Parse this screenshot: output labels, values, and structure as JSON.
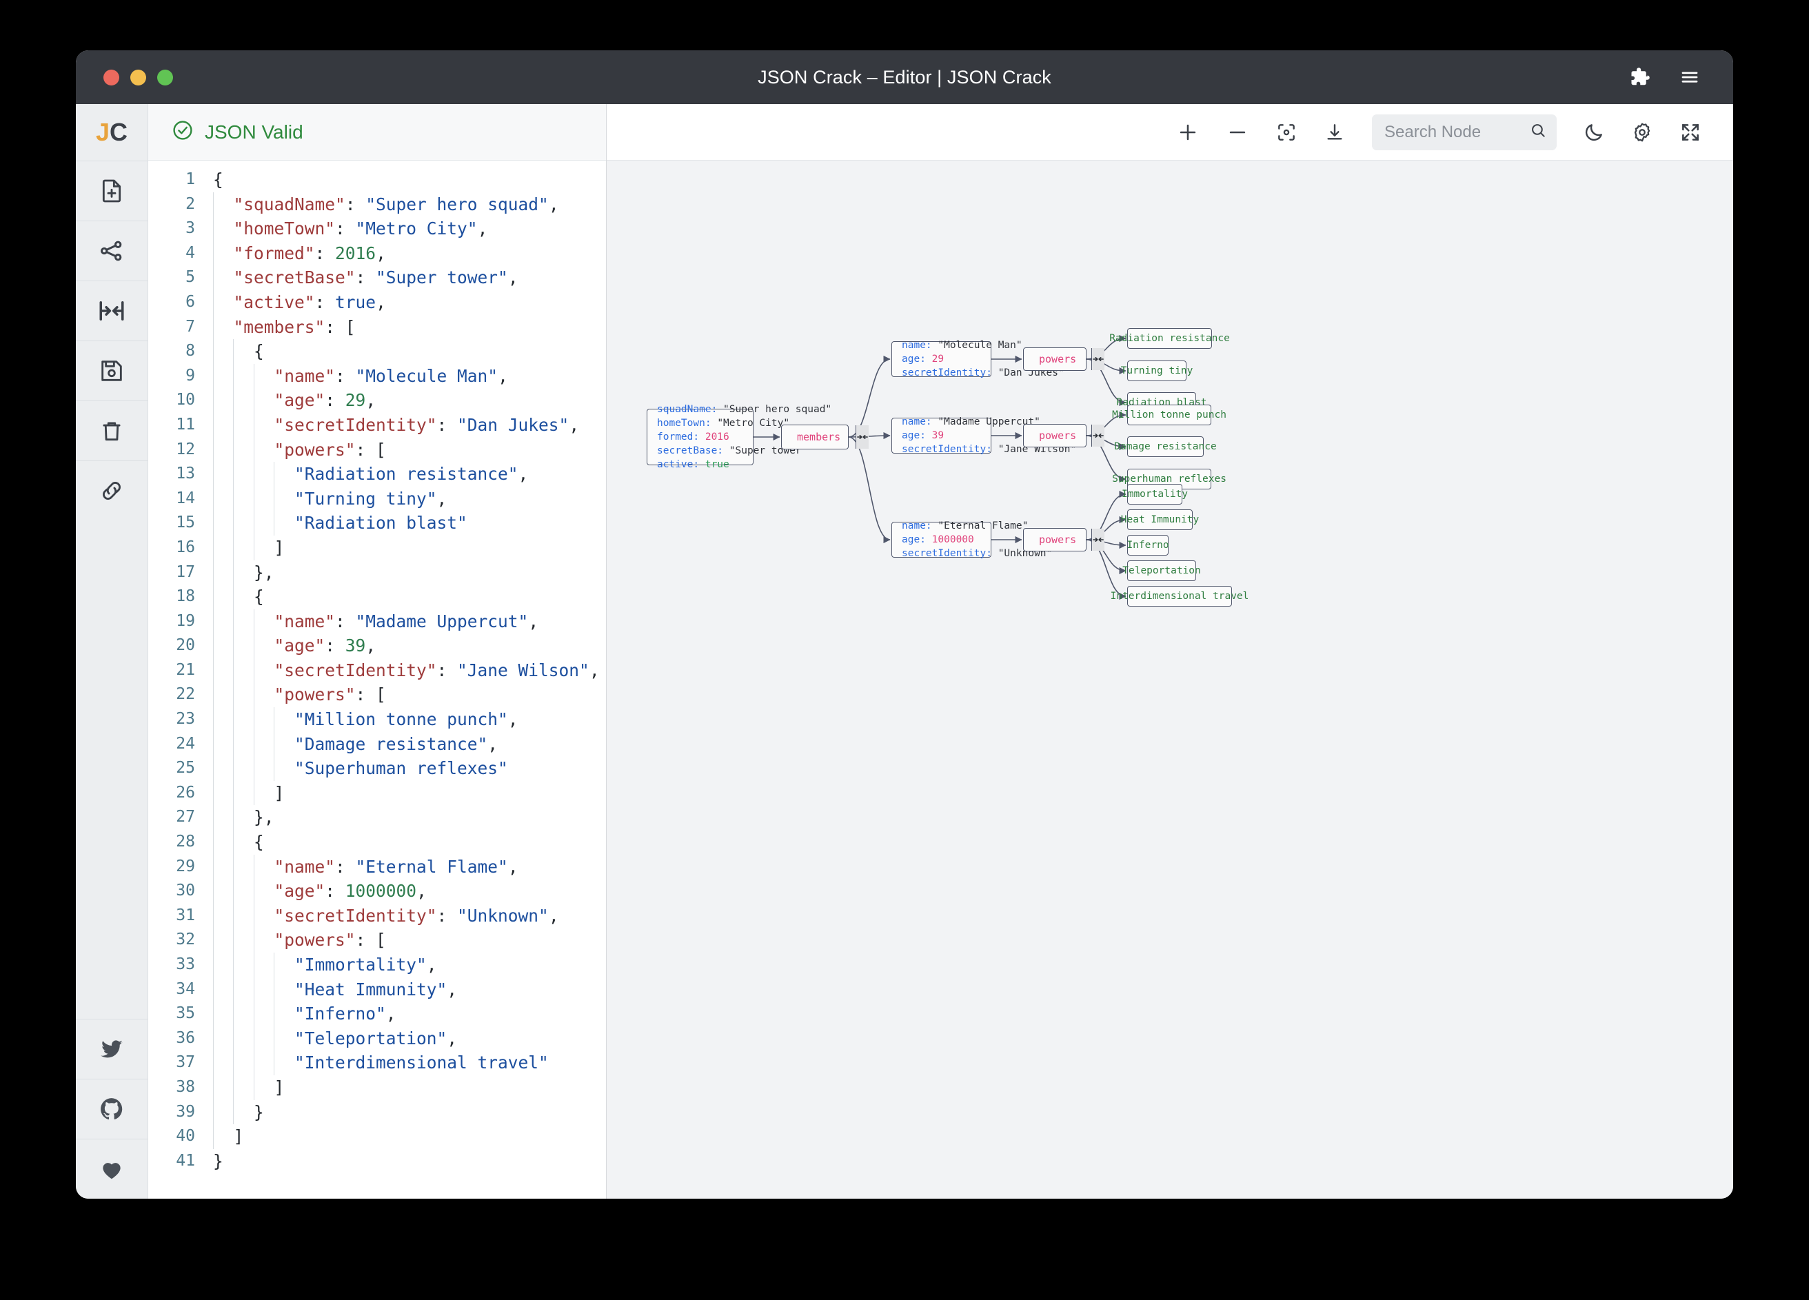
{
  "window": {
    "title": "JSON Crack – Editor | JSON Crack",
    "traffic_lights": [
      "close",
      "minimize",
      "maximize"
    ],
    "right_icons": [
      {
        "name": "extensions-icon",
        "label": "Extensions"
      },
      {
        "name": "menu-icon",
        "label": "Menu"
      }
    ]
  },
  "sidebar": {
    "logo": {
      "first": "J",
      "second": "C",
      "color_first": "#e8a33d",
      "color_second": "#3b4048"
    },
    "items": [
      {
        "name": "new-document-icon",
        "label": "New Document"
      },
      {
        "name": "share-graph-icon",
        "label": "Share"
      },
      {
        "name": "collapse-expand-icon",
        "label": "Collapse"
      },
      {
        "name": "save-icon",
        "label": "Save"
      },
      {
        "name": "delete-icon",
        "label": "Delete"
      },
      {
        "name": "link-icon",
        "label": "Copy Link"
      }
    ],
    "social": [
      {
        "name": "twitter-icon",
        "label": "Twitter"
      },
      {
        "name": "github-icon",
        "label": "GitHub"
      },
      {
        "name": "heart-icon",
        "label": "Sponsor"
      }
    ]
  },
  "editor": {
    "status": {
      "text": "JSON Valid",
      "icon": "check-circle-icon",
      "color": "#2f8a3d"
    },
    "lines": [
      {
        "n": 1,
        "indent": 0,
        "tokens": [
          {
            "t": "punc",
            "v": "{"
          }
        ]
      },
      {
        "n": 2,
        "indent": 1,
        "tokens": [
          {
            "t": "key",
            "v": "\"squadName\""
          },
          {
            "t": "punc",
            "v": ": "
          },
          {
            "t": "str",
            "v": "\"Super hero squad\""
          },
          {
            "t": "punc",
            "v": ","
          }
        ]
      },
      {
        "n": 3,
        "indent": 1,
        "tokens": [
          {
            "t": "key",
            "v": "\"homeTown\""
          },
          {
            "t": "punc",
            "v": ": "
          },
          {
            "t": "str",
            "v": "\"Metro City\""
          },
          {
            "t": "punc",
            "v": ","
          }
        ]
      },
      {
        "n": 4,
        "indent": 1,
        "tokens": [
          {
            "t": "key",
            "v": "\"formed\""
          },
          {
            "t": "punc",
            "v": ": "
          },
          {
            "t": "num",
            "v": "2016"
          },
          {
            "t": "punc",
            "v": ","
          }
        ]
      },
      {
        "n": 5,
        "indent": 1,
        "tokens": [
          {
            "t": "key",
            "v": "\"secretBase\""
          },
          {
            "t": "punc",
            "v": ": "
          },
          {
            "t": "str",
            "v": "\"Super tower\""
          },
          {
            "t": "punc",
            "v": ","
          }
        ]
      },
      {
        "n": 6,
        "indent": 1,
        "tokens": [
          {
            "t": "key",
            "v": "\"active\""
          },
          {
            "t": "punc",
            "v": ": "
          },
          {
            "t": "bool",
            "v": "true"
          },
          {
            "t": "punc",
            "v": ","
          }
        ]
      },
      {
        "n": 7,
        "indent": 1,
        "tokens": [
          {
            "t": "key",
            "v": "\"members\""
          },
          {
            "t": "punc",
            "v": ": ["
          }
        ]
      },
      {
        "n": 8,
        "indent": 2,
        "tokens": [
          {
            "t": "punc",
            "v": "{"
          }
        ]
      },
      {
        "n": 9,
        "indent": 3,
        "tokens": [
          {
            "t": "key",
            "v": "\"name\""
          },
          {
            "t": "punc",
            "v": ": "
          },
          {
            "t": "str",
            "v": "\"Molecule Man\""
          },
          {
            "t": "punc",
            "v": ","
          }
        ]
      },
      {
        "n": 10,
        "indent": 3,
        "tokens": [
          {
            "t": "key",
            "v": "\"age\""
          },
          {
            "t": "punc",
            "v": ": "
          },
          {
            "t": "num",
            "v": "29"
          },
          {
            "t": "punc",
            "v": ","
          }
        ]
      },
      {
        "n": 11,
        "indent": 3,
        "tokens": [
          {
            "t": "key",
            "v": "\"secretIdentity\""
          },
          {
            "t": "punc",
            "v": ": "
          },
          {
            "t": "str",
            "v": "\"Dan Jukes\""
          },
          {
            "t": "punc",
            "v": ","
          }
        ]
      },
      {
        "n": 12,
        "indent": 3,
        "tokens": [
          {
            "t": "key",
            "v": "\"powers\""
          },
          {
            "t": "punc",
            "v": ": ["
          }
        ]
      },
      {
        "n": 13,
        "indent": 4,
        "tokens": [
          {
            "t": "str",
            "v": "\"Radiation resistance\""
          },
          {
            "t": "punc",
            "v": ","
          }
        ]
      },
      {
        "n": 14,
        "indent": 4,
        "tokens": [
          {
            "t": "str",
            "v": "\"Turning tiny\""
          },
          {
            "t": "punc",
            "v": ","
          }
        ]
      },
      {
        "n": 15,
        "indent": 4,
        "tokens": [
          {
            "t": "str",
            "v": "\"Radiation blast\""
          }
        ]
      },
      {
        "n": 16,
        "indent": 3,
        "tokens": [
          {
            "t": "punc",
            "v": "]"
          }
        ]
      },
      {
        "n": 17,
        "indent": 2,
        "tokens": [
          {
            "t": "punc",
            "v": "},"
          }
        ]
      },
      {
        "n": 18,
        "indent": 2,
        "tokens": [
          {
            "t": "punc",
            "v": "{"
          }
        ]
      },
      {
        "n": 19,
        "indent": 3,
        "tokens": [
          {
            "t": "key",
            "v": "\"name\""
          },
          {
            "t": "punc",
            "v": ": "
          },
          {
            "t": "str",
            "v": "\"Madame Uppercut\""
          },
          {
            "t": "punc",
            "v": ","
          }
        ]
      },
      {
        "n": 20,
        "indent": 3,
        "tokens": [
          {
            "t": "key",
            "v": "\"age\""
          },
          {
            "t": "punc",
            "v": ": "
          },
          {
            "t": "num",
            "v": "39"
          },
          {
            "t": "punc",
            "v": ","
          }
        ]
      },
      {
        "n": 21,
        "indent": 3,
        "tokens": [
          {
            "t": "key",
            "v": "\"secretIdentity\""
          },
          {
            "t": "punc",
            "v": ": "
          },
          {
            "t": "str",
            "v": "\"Jane Wilson\""
          },
          {
            "t": "punc",
            "v": ","
          }
        ]
      },
      {
        "n": 22,
        "indent": 3,
        "tokens": [
          {
            "t": "key",
            "v": "\"powers\""
          },
          {
            "t": "punc",
            "v": ": ["
          }
        ]
      },
      {
        "n": 23,
        "indent": 4,
        "tokens": [
          {
            "t": "str",
            "v": "\"Million tonne punch\""
          },
          {
            "t": "punc",
            "v": ","
          }
        ]
      },
      {
        "n": 24,
        "indent": 4,
        "tokens": [
          {
            "t": "str",
            "v": "\"Damage resistance\""
          },
          {
            "t": "punc",
            "v": ","
          }
        ]
      },
      {
        "n": 25,
        "indent": 4,
        "tokens": [
          {
            "t": "str",
            "v": "\"Superhuman reflexes\""
          }
        ]
      },
      {
        "n": 26,
        "indent": 3,
        "tokens": [
          {
            "t": "punc",
            "v": "]"
          }
        ]
      },
      {
        "n": 27,
        "indent": 2,
        "tokens": [
          {
            "t": "punc",
            "v": "},"
          }
        ]
      },
      {
        "n": 28,
        "indent": 2,
        "tokens": [
          {
            "t": "punc",
            "v": "{"
          }
        ]
      },
      {
        "n": 29,
        "indent": 3,
        "tokens": [
          {
            "t": "key",
            "v": "\"name\""
          },
          {
            "t": "punc",
            "v": ": "
          },
          {
            "t": "str",
            "v": "\"Eternal Flame\""
          },
          {
            "t": "punc",
            "v": ","
          }
        ]
      },
      {
        "n": 30,
        "indent": 3,
        "tokens": [
          {
            "t": "key",
            "v": "\"age\""
          },
          {
            "t": "punc",
            "v": ": "
          },
          {
            "t": "num",
            "v": "1000000"
          },
          {
            "t": "punc",
            "v": ","
          }
        ]
      },
      {
        "n": 31,
        "indent": 3,
        "tokens": [
          {
            "t": "key",
            "v": "\"secretIdentity\""
          },
          {
            "t": "punc",
            "v": ": "
          },
          {
            "t": "str",
            "v": "\"Unknown\""
          },
          {
            "t": "punc",
            "v": ","
          }
        ]
      },
      {
        "n": 32,
        "indent": 3,
        "tokens": [
          {
            "t": "key",
            "v": "\"powers\""
          },
          {
            "t": "punc",
            "v": ": ["
          }
        ]
      },
      {
        "n": 33,
        "indent": 4,
        "tokens": [
          {
            "t": "str",
            "v": "\"Immortality\""
          },
          {
            "t": "punc",
            "v": ","
          }
        ]
      },
      {
        "n": 34,
        "indent": 4,
        "tokens": [
          {
            "t": "str",
            "v": "\"Heat Immunity\""
          },
          {
            "t": "punc",
            "v": ","
          }
        ]
      },
      {
        "n": 35,
        "indent": 4,
        "tokens": [
          {
            "t": "str",
            "v": "\"Inferno\""
          },
          {
            "t": "punc",
            "v": ","
          }
        ]
      },
      {
        "n": 36,
        "indent": 4,
        "tokens": [
          {
            "t": "str",
            "v": "\"Teleportation\""
          },
          {
            "t": "punc",
            "v": ","
          }
        ]
      },
      {
        "n": 37,
        "indent": 4,
        "tokens": [
          {
            "t": "str",
            "v": "\"Interdimensional travel\""
          }
        ]
      },
      {
        "n": 38,
        "indent": 3,
        "tokens": [
          {
            "t": "punc",
            "v": "]"
          }
        ]
      },
      {
        "n": 39,
        "indent": 2,
        "tokens": [
          {
            "t": "punc",
            "v": "}"
          }
        ]
      },
      {
        "n": 40,
        "indent": 1,
        "tokens": [
          {
            "t": "punc",
            "v": "]"
          }
        ]
      },
      {
        "n": 41,
        "indent": 0,
        "tokens": [
          {
            "t": "punc",
            "v": "}"
          }
        ]
      }
    ]
  },
  "toolbar": {
    "buttons": [
      {
        "name": "zoom-in-icon",
        "label": "Zoom In"
      },
      {
        "name": "zoom-out-icon",
        "label": "Zoom Out"
      },
      {
        "name": "center-view-icon",
        "label": "Center View"
      },
      {
        "name": "download-icon",
        "label": "Download"
      }
    ],
    "search": {
      "placeholder": "Search Node",
      "value": "",
      "icon": "search-icon"
    },
    "right_buttons": [
      {
        "name": "dark-mode-icon",
        "label": "Toggle Theme"
      },
      {
        "name": "settings-gear-icon",
        "label": "Settings"
      },
      {
        "name": "fullscreen-icon",
        "label": "Fullscreen"
      }
    ]
  },
  "graph": {
    "root": {
      "rows": [
        {
          "key": "squadName",
          "value": "\"Super hero squad\"",
          "type": "str"
        },
        {
          "key": "homeTown",
          "value": "\"Metro City\"",
          "type": "str"
        },
        {
          "key": "formed",
          "value": "2016",
          "type": "num"
        },
        {
          "key": "secretBase",
          "value": "\"Super tower\"",
          "type": "str"
        },
        {
          "key": "active",
          "value": "true",
          "type": "bool"
        }
      ]
    },
    "members_node": {
      "label": "members",
      "collapse_icon": "collapse-icon"
    },
    "members": [
      {
        "rows": [
          {
            "key": "name",
            "value": "\"Molecule Man\"",
            "type": "str"
          },
          {
            "key": "age",
            "value": "29",
            "type": "num"
          },
          {
            "key": "secretIdentity",
            "value": "\"Dan Jukes\"",
            "type": "str"
          }
        ],
        "powers_label": "powers",
        "powers": [
          "Radiation resistance",
          "Turning tiny",
          "Radiation blast"
        ]
      },
      {
        "rows": [
          {
            "key": "name",
            "value": "\"Madame Uppercut\"",
            "type": "str"
          },
          {
            "key": "age",
            "value": "39",
            "type": "num"
          },
          {
            "key": "secretIdentity",
            "value": "\"Jane Wilson\"",
            "type": "str"
          }
        ],
        "powers_label": "powers",
        "powers": [
          "Million tonne punch",
          "Damage resistance",
          "Superhuman reflexes"
        ]
      },
      {
        "rows": [
          {
            "key": "name",
            "value": "\"Eternal Flame\"",
            "type": "str"
          },
          {
            "key": "age",
            "value": "1000000",
            "type": "num"
          },
          {
            "key": "secretIdentity",
            "value": "\"Unknown\"",
            "type": "str"
          }
        ],
        "powers_label": "powers",
        "powers": [
          "Immortality",
          "Heat Immunity",
          "Inferno",
          "Teleportation",
          "Interdimensional travel"
        ]
      }
    ]
  }
}
